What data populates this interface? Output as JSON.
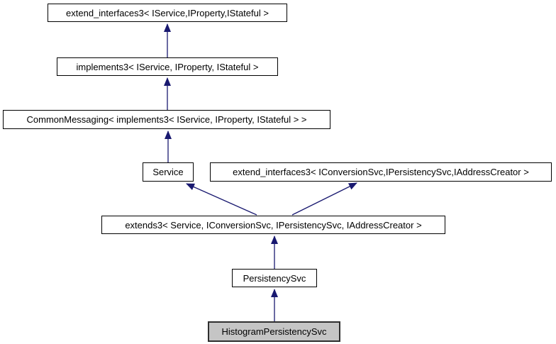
{
  "diagram": {
    "type": "class-inheritance-graph",
    "background_color": "#ffffff",
    "colors": {
      "arrow": "#191970",
      "node_border": "#000000",
      "node_fill": "#ffffff",
      "selected_node_fill": "#c5c5c5",
      "text": "#000000"
    },
    "nodes": [
      {
        "id": "extend_interfaces3_service",
        "label": "extend_interfaces3< IService,IProperty,IStateful >",
        "selected": false
      },
      {
        "id": "implements3",
        "label": "implements3< IService, IProperty, IStateful >",
        "selected": false
      },
      {
        "id": "common_messaging",
        "label": "CommonMessaging< implements3< IService, IProperty, IStateful > >",
        "selected": false
      },
      {
        "id": "service",
        "label": "Service",
        "selected": false
      },
      {
        "id": "extend_interfaces3_conversion",
        "label": "extend_interfaces3< IConversionSvc,IPersistencySvc,IAddressCreator >",
        "selected": false
      },
      {
        "id": "extends3",
        "label": "extends3< Service, IConversionSvc, IPersistencySvc, IAddressCreator >",
        "selected": false
      },
      {
        "id": "persistency_svc",
        "label": "PersistencySvc",
        "selected": false
      },
      {
        "id": "histogram_persistency_svc",
        "label": "HistogramPersistencySvc",
        "selected": true
      }
    ],
    "edges": [
      {
        "from": "implements3",
        "to": "extend_interfaces3_service"
      },
      {
        "from": "common_messaging",
        "to": "implements3"
      },
      {
        "from": "service",
        "to": "common_messaging"
      },
      {
        "from": "extends3",
        "to": "service"
      },
      {
        "from": "extends3",
        "to": "extend_interfaces3_conversion"
      },
      {
        "from": "persistency_svc",
        "to": "extends3"
      },
      {
        "from": "histogram_persistency_svc",
        "to": "persistency_svc"
      }
    ]
  }
}
